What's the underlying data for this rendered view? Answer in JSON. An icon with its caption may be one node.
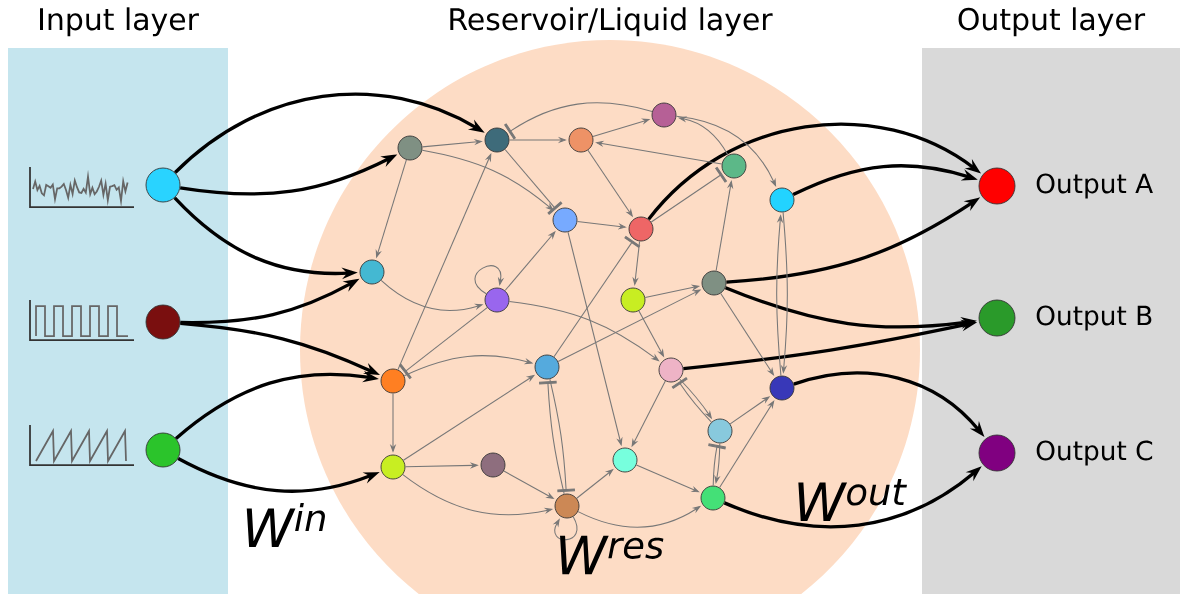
{
  "diagram": {
    "nodes": [
      {
        "text": [
          "Input layer"
        ]
      },
      {
        "text": [
          "Reservoir/Liquid layer"
        ]
      },
      {
        "text": [
          "Output layer"
        ]
      },
      {
        "text": [],
        "shape": "circle",
        "in": 0
      },
      {
        "text": [],
        "shape": "circle",
        "in": 0
      },
      {
        "text": [],
        "shape": "circle",
        "in": 0
      },
      {
        "text": [],
        "shape": "circle",
        "in": 2,
        "beside": [
          "Output A"
        ]
      },
      {
        "text": [],
        "shape": "circle",
        "in": 2,
        "beside": [
          "Output B"
        ]
      },
      {
        "text": [],
        "shape": "circle",
        "in": 2,
        "beside": [
          "Output C"
        ]
      },
      {
        "text": [],
        "shape": "circle",
        "in": 1
      },
      {
        "text": [],
        "shape": "circle",
        "in": 1
      },
      {
        "text": [],
        "shape": "circle",
        "in": 1
      },
      {
        "text": [],
        "shape": "circle",
        "in": 1
      },
      {
        "text": [],
        "shape": "circle",
        "in": 1
      },
      {
        "text": [],
        "shape": "circle",
        "in": 1
      },
      {
        "text": [],
        "shape": "circle",
        "in": 1
      },
      {
        "text": [],
        "shape": "circle",
        "in": 1
      },
      {
        "text": [],
        "shape": "circle",
        "in": 1
      },
      {
        "text": [],
        "shape": "circle",
        "in": 1
      },
      {
        "text": [],
        "shape": "circle",
        "in": 1
      },
      {
        "text": [],
        "shape": "circle",
        "in": 1
      },
      {
        "text": [],
        "shape": "circle",
        "in": 1
      },
      {
        "text": [],
        "shape": "circle",
        "in": 1
      },
      {
        "text": [],
        "shape": "circle",
        "in": 1
      },
      {
        "text": [],
        "shape": "circle",
        "in": 1
      },
      {
        "text": [],
        "shape": "circle",
        "in": 1
      },
      {
        "text": [],
        "shape": "circle",
        "in": 1
      },
      {
        "text": [],
        "shape": "circle",
        "in": 1
      },
      {
        "text": [],
        "shape": "circle",
        "in": 1
      },
      {
        "text": [],
        "shape": "circle",
        "in": 1
      },
      {
        "text": [],
        "shape": "circle",
        "in": 1
      }
    ],
    "edges": [
      {
        "from": 3,
        "to": 10,
        "arrow": "to",
        "style": "thick",
        "color": "#000000"
      },
      {
        "from": 3,
        "to": 9,
        "arrow": "to",
        "style": "thick",
        "color": "#000000"
      },
      {
        "from": 3,
        "to": 13,
        "arrow": "to",
        "style": "thick",
        "color": "#000000"
      },
      {
        "from": 4,
        "to": 13,
        "arrow": "to",
        "style": "thick",
        "color": "#000000"
      },
      {
        "from": 4,
        "to": 21,
        "arrow": "to",
        "style": "thick",
        "color": "#000000"
      },
      {
        "from": 5,
        "to": 21,
        "arrow": "to",
        "style": "thick",
        "color": "#000000"
      },
      {
        "from": 5,
        "to": 26,
        "arrow": "to",
        "style": "thick",
        "color": "#000000"
      },
      {
        "from": 15,
        "to": 6,
        "arrow": "to",
        "style": "thick",
        "color": "#000000"
      },
      {
        "from": 17,
        "to": 6,
        "arrow": "to",
        "style": "thick",
        "color": "#000000"
      },
      {
        "from": 20,
        "to": 6,
        "arrow": "to",
        "style": "thick",
        "color": "#000000"
      },
      {
        "from": 20,
        "to": 7,
        "arrow": "to",
        "style": "thick",
        "color": "#000000"
      },
      {
        "from": 23,
        "to": 7,
        "arrow": "to",
        "style": "thick",
        "color": "#000000"
      },
      {
        "from": 24,
        "to": 8,
        "arrow": "to",
        "style": "thick",
        "color": "#000000"
      },
      {
        "from": 30,
        "to": 8,
        "arrow": "to",
        "style": "thick",
        "color": "#000000"
      },
      {
        "from": 9,
        "to": 10,
        "arrow": "to"
      },
      {
        "from": 9,
        "to": 13,
        "arrow": "to"
      },
      {
        "from": 9,
        "to": 14,
        "arrow": "to"
      },
      {
        "from": 10,
        "to": 11,
        "arrow": "to"
      },
      {
        "from": 10,
        "to": 14,
        "arrow": "other"
      },
      {
        "from": 12,
        "to": 10,
        "arrow": "other"
      },
      {
        "from": 11,
        "to": 12,
        "arrow": "to"
      },
      {
        "from": 16,
        "to": 11,
        "arrow": "to"
      },
      {
        "from": 16,
        "to": 12,
        "arrow": "to"
      },
      {
        "from": 12,
        "to": 17,
        "arrow": "to"
      },
      {
        "from": 11,
        "to": 15,
        "arrow": "to"
      },
      {
        "from": 14,
        "to": 15,
        "arrow": "to"
      },
      {
        "from": 15,
        "to": 16,
        "arrow": "other"
      },
      {
        "from": 15,
        "to": 19,
        "arrow": "to"
      },
      {
        "from": 19,
        "to": 20,
        "arrow": "to"
      },
      {
        "from": 20,
        "to": 16,
        "arrow": "to"
      },
      {
        "from": 17,
        "to": 24,
        "arrow": "to"
      },
      {
        "from": 24,
        "to": 17,
        "arrow": "to"
      },
      {
        "from": 13,
        "to": 18,
        "arrow": "to"
      },
      {
        "from": 18,
        "to": 18,
        "arrow": "to"
      },
      {
        "from": 18,
        "to": 14,
        "arrow": "to"
      },
      {
        "from": 18,
        "to": 21,
        "arrow": "other"
      },
      {
        "from": 21,
        "to": 10,
        "arrow": "to"
      },
      {
        "from": 14,
        "to": 28,
        "arrow": "to"
      },
      {
        "from": 22,
        "to": 15,
        "arrow": "other"
      },
      {
        "from": 22,
        "to": 20,
        "arrow": "to"
      },
      {
        "from": 18,
        "to": 23,
        "arrow": "to"
      },
      {
        "from": 21,
        "to": 22,
        "arrow": "to"
      },
      {
        "from": 21,
        "to": 26,
        "arrow": "to"
      },
      {
        "from": 26,
        "to": 22,
        "arrow": "to"
      },
      {
        "from": 26,
        "to": 27,
        "arrow": "to"
      },
      {
        "from": 26,
        "to": 29,
        "arrow": "to"
      },
      {
        "from": 27,
        "to": 29,
        "arrow": "to"
      },
      {
        "from": 29,
        "to": 29,
        "arrow": "to"
      },
      {
        "from": 22,
        "to": 29,
        "arrow": "other"
      },
      {
        "from": 29,
        "to": 22,
        "arrow": "other"
      },
      {
        "from": 29,
        "to": 28,
        "arrow": "to"
      },
      {
        "from": 29,
        "to": 30,
        "arrow": "to"
      },
      {
        "from": 28,
        "to": 30,
        "arrow": "to"
      },
      {
        "from": 19,
        "to": 23,
        "arrow": "to"
      },
      {
        "from": 20,
        "to": 24,
        "arrow": "to"
      },
      {
        "from": 23,
        "to": 28,
        "arrow": "to"
      },
      {
        "from": 23,
        "to": 25,
        "arrow": "to"
      },
      {
        "from": 25,
        "to": 23,
        "arrow": "other"
      },
      {
        "from": 25,
        "to": 24,
        "arrow": "to"
      },
      {
        "from": 25,
        "to": 30,
        "arrow": "to"
      },
      {
        "from": 30,
        "to": 25,
        "arrow": "other"
      },
      {
        "from": 30,
        "to": 24,
        "arrow": "to"
      }
    ],
    "labels": [
      "W$^{in}$",
      "W$^{res}$",
      "W$^{out}$"
    ]
  }
}
